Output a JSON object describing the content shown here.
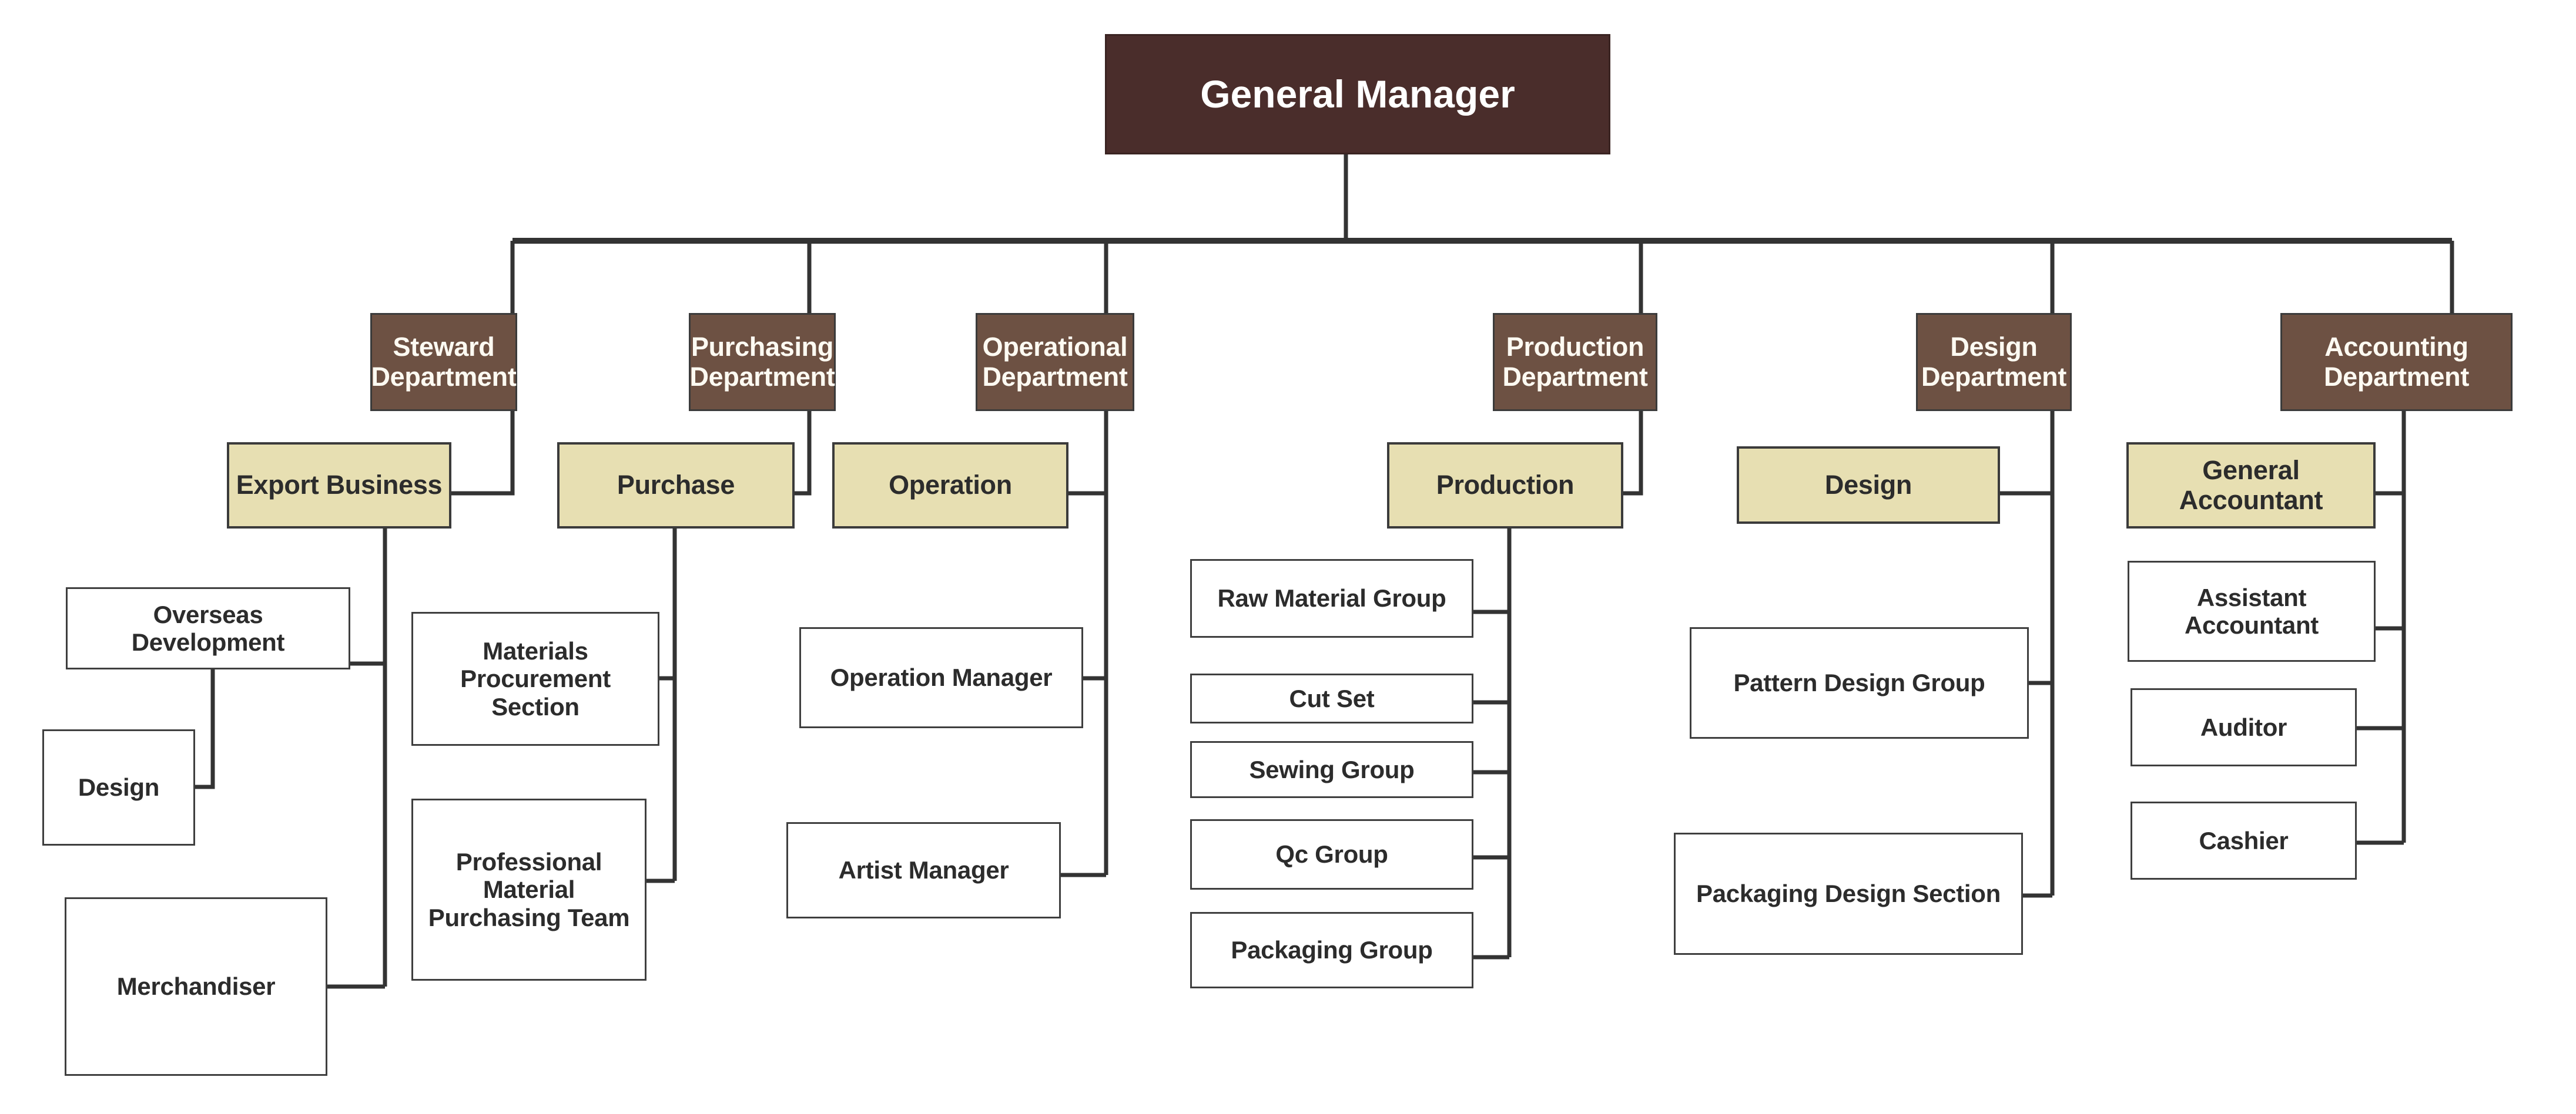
{
  "chart_type": "organization-chart",
  "colors": {
    "root_fill": "#4a2d2b",
    "department_fill": "#6d5143",
    "mid_fill": "#e7dfb2",
    "leaf_fill": "#ffffff",
    "line": "#333333",
    "root_text": "#ffffff",
    "department_text": "#fdfaf2",
    "body_text": "#2c2c2c"
  },
  "root": {
    "label": "General Manager"
  },
  "departments": [
    {
      "label": "Steward Department"
    },
    {
      "label": "Purchasing Department"
    },
    {
      "label": "Operational Department"
    },
    {
      "label": "Production Department"
    },
    {
      "label": "Design Department"
    },
    {
      "label": "Accounting Department"
    }
  ],
  "mid": [
    {
      "label": "Export Business"
    },
    {
      "label": "Purchase"
    },
    {
      "label": "Operation"
    },
    {
      "label": "Production"
    },
    {
      "label": "Design"
    },
    {
      "label": "General Accountant"
    }
  ],
  "leaves": {
    "steward": [
      {
        "label": "Overseas Development"
      },
      {
        "label": "Design"
      },
      {
        "label": "Merchandiser"
      }
    ],
    "purchasing": [
      {
        "label": "Materials Procurement Section"
      },
      {
        "label": "Professional Material Purchasing Team"
      }
    ],
    "operational": [
      {
        "label": "Operation Manager"
      },
      {
        "label": "Artist Manager"
      }
    ],
    "production": [
      {
        "label": "Raw Material Group"
      },
      {
        "label": "Cut Set"
      },
      {
        "label": "Sewing Group"
      },
      {
        "label": "Qc Group"
      },
      {
        "label": "Packaging Group"
      }
    ],
    "design": [
      {
        "label": "Pattern Design Group"
      },
      {
        "label": "Packaging Design Section"
      }
    ],
    "accounting": [
      {
        "label": "Assistant Accountant"
      },
      {
        "label": "Auditor"
      },
      {
        "label": "Cashier"
      }
    ]
  }
}
